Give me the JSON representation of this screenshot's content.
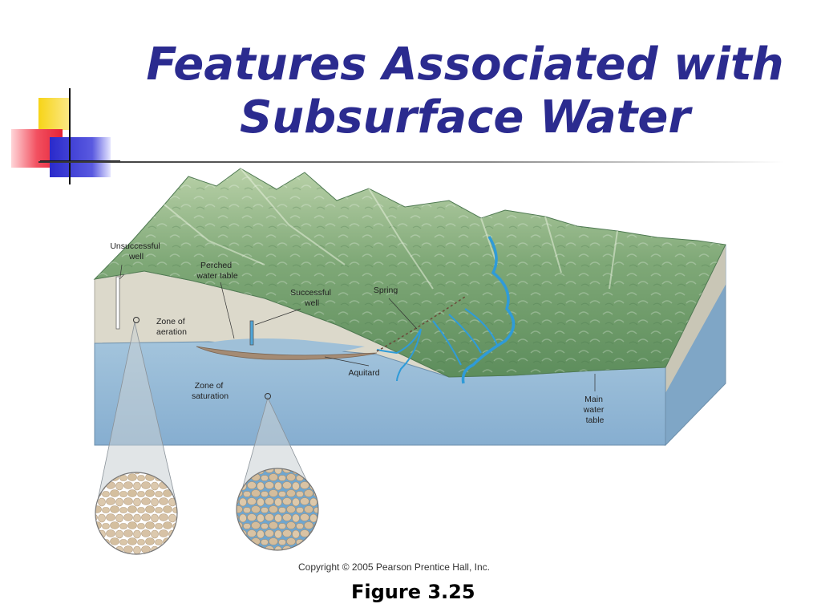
{
  "slide": {
    "title_line1": "Features Associated with",
    "title_line2": "Subsurface Water",
    "figure_caption": "Figure 3.25",
    "copyright": "Copyright © 2005 Pearson Prentice Hall, Inc."
  },
  "diagram": {
    "labels": {
      "unsuccessful_well": [
        "Unsuccessful",
        "well"
      ],
      "perched_water_table": [
        "Perched",
        "water table"
      ],
      "successful_well": [
        "Successful",
        "well"
      ],
      "spring": "Spring",
      "zone_of_aeration": [
        "Zone of",
        "aeration"
      ],
      "aquitard": "Aquitard",
      "zone_of_saturation": [
        "Zone of",
        "saturation"
      ],
      "main_water_table": [
        "Main",
        "water",
        "table"
      ]
    }
  },
  "colors": {
    "title": "#2b2b8f",
    "groundwater": "#8ab1cf",
    "aeration_zone": "#d9d6c7",
    "terrain": "#6f9e6a",
    "river": "#2f9bd8",
    "deco_yellow": "#f7d417",
    "deco_red": "#ee3344",
    "deco_blue": "#3a3ad0"
  }
}
